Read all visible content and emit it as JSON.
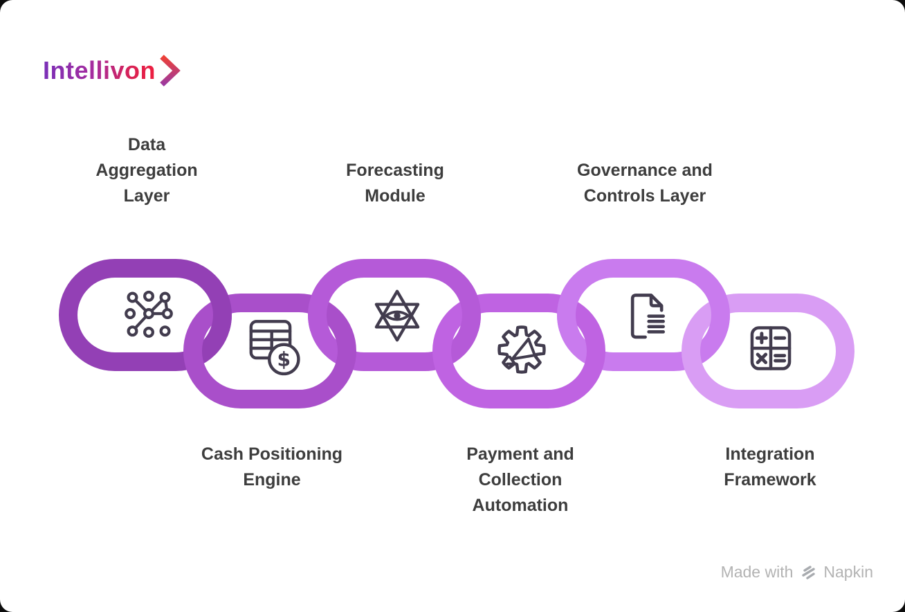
{
  "logo": {
    "brand": "Intellivon",
    "chevron_icon": "chevron-right"
  },
  "palette": {
    "icon_stroke": "#423c4e",
    "label_text": "#3d3d3d",
    "watermark_text": "#b3b3b3"
  },
  "diagram": {
    "type": "interlocking-chain-links",
    "links": [
      {
        "label": "Data Aggregation Layer",
        "lines": [
          "Data",
          "Aggregation",
          "Layer"
        ],
        "icon": "network-nodes",
        "color": "#9340b5",
        "label_position": "top"
      },
      {
        "label": "Cash Positioning Engine",
        "lines": [
          "Cash Positioning",
          "Engine"
        ],
        "icon": "spreadsheet-dollar",
        "color": "#a94fca",
        "coin_symbol": "$",
        "label_position": "bottom"
      },
      {
        "label": "Forecasting Module",
        "lines": [
          "Forecasting",
          "Module"
        ],
        "icon": "hexagram-eye",
        "color": "#b55ad8",
        "label_position": "top"
      },
      {
        "label": "Payment and Collection Automation",
        "lines": [
          "Payment and",
          "Collection",
          "Automation"
        ],
        "icon": "badge-megaphone",
        "color": "#bf63e2",
        "label_position": "bottom"
      },
      {
        "label": "Governance and Controls Layer",
        "lines": [
          "Governance and",
          "Controls Layer"
        ],
        "icon": "document-lines",
        "color": "#c97bee",
        "label_position": "top"
      },
      {
        "label": "Integration Framework",
        "lines": [
          "Integration",
          "Framework"
        ],
        "icon": "calculator",
        "color": "#d99df4",
        "label_position": "bottom"
      }
    ]
  },
  "watermark": {
    "made_with": "Made with",
    "brand": "Napkin",
    "icon": "napkin-logo"
  }
}
